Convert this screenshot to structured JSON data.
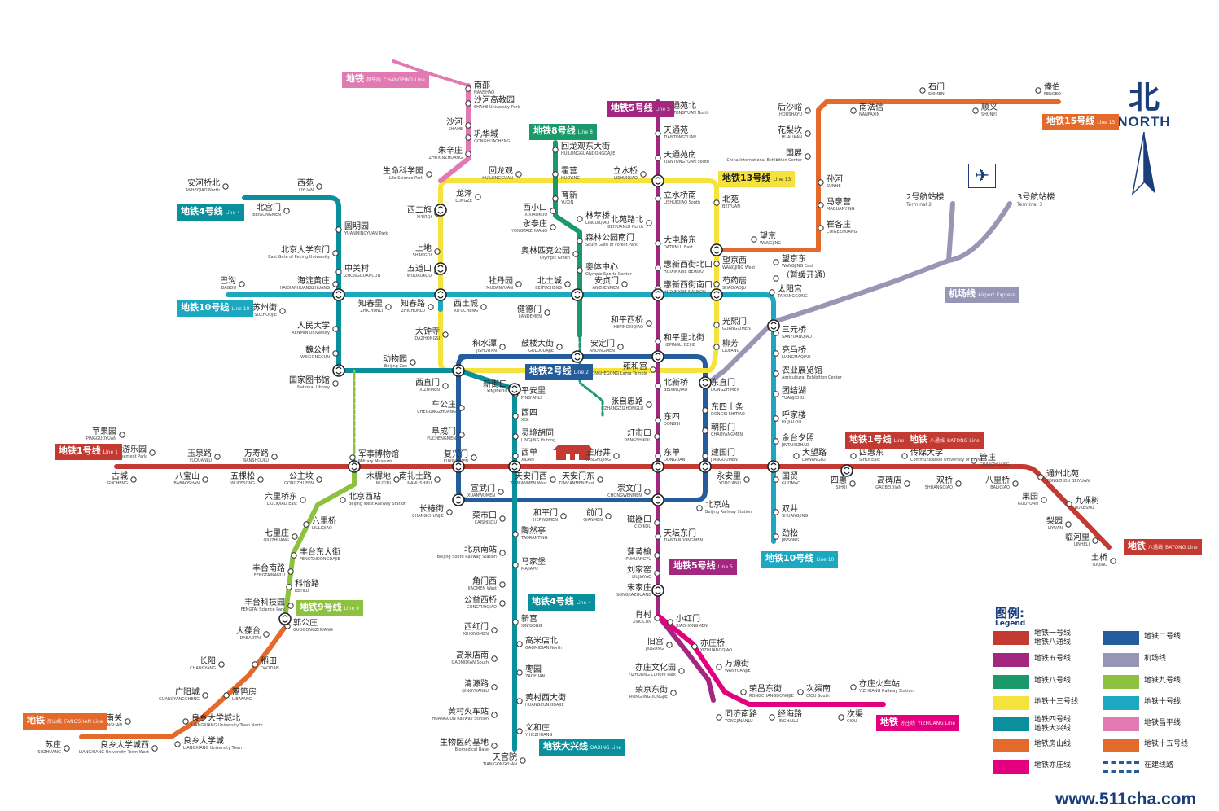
{
  "colors": {
    "line1": "#c23a31",
    "line2": "#245c9c",
    "line4": "#0a8f9c",
    "line5": "#a3277f",
    "line8": "#1a9a6b",
    "line9": "#8cc240",
    "line10": "#1ba8c0",
    "line13": "#f5e23c",
    "line15": "#e46a2c",
    "fangshan": "#e46a2c",
    "yizhuang": "#e3007f",
    "changping": "#e17ab3",
    "airport": "#9896b5",
    "construction": "#245c9c",
    "text": "#222222"
  },
  "compass": {
    "cn": "北",
    "en": "NORTH"
  },
  "watermark": "www.511cha.com",
  "line_labels": [
    {
      "id": "changping",
      "cn": "地铁",
      "en": "CHANGPING Line",
      "num": "昌平线"
    },
    {
      "id": "line8",
      "cn": "地铁8号线",
      "en": "Line 8"
    },
    {
      "id": "line5a",
      "cn": "地铁5号线",
      "en": "Line 5"
    },
    {
      "id": "line13",
      "cn": "地铁13号线",
      "en": "Line 13"
    },
    {
      "id": "line15",
      "cn": "地铁15号线",
      "en": "Line 15"
    },
    {
      "id": "line4a",
      "cn": "地铁4号线",
      "en": "Line 4"
    },
    {
      "id": "line10a",
      "cn": "地铁10号线",
      "en": "Line 10"
    },
    {
      "id": "line2",
      "cn": "地铁2号线",
      "en": "Line 2"
    },
    {
      "id": "line1a",
      "cn": "地铁1号线",
      "en": "Line 1"
    },
    {
      "id": "line1b",
      "cn": "地铁1号线",
      "en": "Line 1"
    },
    {
      "id": "batong1",
      "cn": "地铁",
      "en": "BATONG Line",
      "num": "八通线"
    },
    {
      "id": "batong2",
      "cn": "地铁",
      "en": "BATONG Line",
      "num": "八通线"
    },
    {
      "id": "line10b",
      "cn": "地铁10号线",
      "en": "Line 10"
    },
    {
      "id": "line5b",
      "cn": "地铁5号线",
      "en": "Line 5"
    },
    {
      "id": "line9",
      "cn": "地铁9号线",
      "en": "Line 9"
    },
    {
      "id": "line4b",
      "cn": "地铁4号线",
      "en": "Line 4"
    },
    {
      "id": "daxing",
      "cn": "地铁大兴线",
      "en": "DAXING Line"
    },
    {
      "id": "fangshan",
      "cn": "地铁",
      "en": "FANGSHAN Line",
      "num": "房山线"
    },
    {
      "id": "yizhuang",
      "cn": "地铁",
      "en": "YIZHUANG Line",
      "num": "亦庄线"
    },
    {
      "id": "airport",
      "cn": "机场线",
      "en": "Airport Express"
    }
  ],
  "airport": {
    "t2": {
      "cn": "2号航站楼",
      "en": "Terminal 2"
    },
    "t3": {
      "cn": "3号航站楼",
      "en": "Terminal 3"
    }
  },
  "legend": {
    "title": "图例:",
    "subtitle": "Legend",
    "items": [
      {
        "label": "地铁一号线",
        "label2": "地铁八通线",
        "color": "#c23a31"
      },
      {
        "label": "地铁二号线",
        "color": "#245c9c"
      },
      {
        "label": "地铁五号线",
        "color": "#a3277f"
      },
      {
        "label": "机场线",
        "color": "#9896b5"
      },
      {
        "label": "地铁八号线",
        "color": "#1a9a6b"
      },
      {
        "label": "地铁九号线",
        "color": "#8cc240"
      },
      {
        "label": "地铁十三号线",
        "color": "#f5e23c"
      },
      {
        "label": "地铁十号线",
        "color": "#1ba8c0"
      },
      {
        "label": "地铁四号线",
        "label2": "地铁大兴线",
        "color": "#0a8f9c"
      },
      {
        "label": "地铁昌平线",
        "color": "#e17ab3"
      },
      {
        "label": "地铁房山线",
        "color": "#e46a2c"
      },
      {
        "label": "地铁十五号线",
        "color": "#e46a2c"
      },
      {
        "label": "地铁亦庄线",
        "color": "#e3007f"
      },
      {
        "label": "在建线路",
        "color": "#245c9c"
      }
    ]
  },
  "stations": [
    {
      "cn": "南邵",
      "en": "NANSHAO"
    },
    {
      "cn": "沙河高教园",
      "en": "SHAHE University Park"
    },
    {
      "cn": "沙河",
      "en": "SHAHE"
    },
    {
      "cn": "巩华城",
      "en": "GONGHUACHENG"
    },
    {
      "cn": "朱辛庄",
      "en": "ZHUXINZHUANG"
    },
    {
      "cn": "生命科学园",
      "en": "Life Science Park"
    },
    {
      "cn": "回龙观东大街",
      "en": "HUILONGGUANDONGDAJIE"
    },
    {
      "cn": "回龙观",
      "en": "HUILONGGUAN"
    },
    {
      "cn": "霍营",
      "en": "HUOYING"
    },
    {
      "cn": "立水桥",
      "en": "LISHUIQIAO"
    },
    {
      "cn": "天通苑北",
      "en": "TIANTONGYUAN North"
    },
    {
      "cn": "天通苑",
      "en": "TIANTONGYUAN"
    },
    {
      "cn": "天通苑南",
      "en": "TIANTONGYUAN South"
    },
    {
      "cn": "龙泽",
      "en": "LONGZE"
    },
    {
      "cn": "育新",
      "en": "YUXIN"
    },
    {
      "cn": "立水桥南",
      "en": "LISHUIQIAO South"
    },
    {
      "cn": "北苑",
      "en": "BEIYUAN"
    },
    {
      "cn": "安河桥北",
      "en": "ANHEQIAO North"
    },
    {
      "cn": "西苑",
      "en": "XIYUAN"
    },
    {
      "cn": "北宫门",
      "en": "BEIGONGMEN"
    },
    {
      "cn": "西二旗",
      "en": "XI'ERQI"
    },
    {
      "cn": "西小口",
      "en": "XIXIAOKOU"
    },
    {
      "cn": "永泰庄",
      "en": "YONGTAIZHUANG"
    },
    {
      "cn": "林萃桥",
      "en": "LINCUIQIAO"
    },
    {
      "cn": "北苑路北",
      "en": "BEIYUANLU North"
    },
    {
      "cn": "大屯路东",
      "en": "DATUNLU East"
    },
    {
      "cn": "森林公园南门",
      "en": "South Gate of Forest Park"
    },
    {
      "cn": "圆明园",
      "en": "YUANMINGYUAN Park"
    },
    {
      "cn": "上地",
      "en": "SHANGDI"
    },
    {
      "cn": "奥林匹克公园",
      "en": "Olympic Green"
    },
    {
      "cn": "北京大学东门",
      "en": "East Gate of Peking University"
    },
    {
      "cn": "五道口",
      "en": "WUDAOKOU"
    },
    {
      "cn": "奥体中心",
      "en": "Olympic Sports Center"
    },
    {
      "cn": "惠新西街北口",
      "en": "HUIXINXIJIE BEIKOU"
    },
    {
      "cn": "望京西",
      "en": "WANGJING West"
    },
    {
      "cn": "望京",
      "en": "WANGJING"
    },
    {
      "cn": "望京东",
      "en": "WANGJING East"
    },
    {
      "cn": "（暂缓开通）",
      "en": ""
    },
    {
      "cn": "中关村",
      "en": "ZHONGGUANCUN"
    },
    {
      "cn": "巴沟",
      "en": "BAGOU"
    },
    {
      "cn": "海淀黄庄",
      "en": "HAIDIANHUANGZHUANG"
    },
    {
      "cn": "知春路",
      "en": "ZHICHUNLU"
    },
    {
      "cn": "牡丹园",
      "en": "MUDANYUAN"
    },
    {
      "cn": "北土城",
      "en": "BEITUCHENG"
    },
    {
      "cn": "安贞门",
      "en": "ANZHENMEN"
    },
    {
      "cn": "惠新西街南口",
      "en": "HUIXINXIJIE NANKOU"
    },
    {
      "cn": "芍药居",
      "en": "SHAOYAOJU"
    },
    {
      "cn": "太阳宫",
      "en": "TAIYANGGONG"
    },
    {
      "cn": "苏州街",
      "en": "SUZHOUJIE"
    },
    {
      "cn": "知春里",
      "en": "ZHICHUNLI"
    },
    {
      "cn": "西土城",
      "en": "XITUCHENG"
    },
    {
      "cn": "健德门",
      "en": "JIANDEMEN"
    },
    {
      "cn": "和平西桥",
      "en": "HEPINGXIQIAO"
    },
    {
      "cn": "光熙门",
      "en": "GUANGXIMEN"
    },
    {
      "cn": "三元桥",
      "en": "SANYUANQIAO"
    },
    {
      "cn": "人民大学",
      "en": "RENMIN University"
    },
    {
      "cn": "大钟寺",
      "en": "DAZHONGSI"
    },
    {
      "cn": "和平里北街",
      "en": "HEPINGLI BEIJIE"
    },
    {
      "cn": "柳芳",
      "en": "LIUFANG"
    },
    {
      "cn": "亮马桥",
      "en": "LIANGMAQIAO"
    },
    {
      "cn": "魏公村",
      "en": "WEIGONGCUN"
    },
    {
      "cn": "动物园",
      "en": "Beijing Zoo"
    },
    {
      "cn": "积水潭",
      "en": "JISHUITAN"
    },
    {
      "cn": "鼓楼大街",
      "en": "GULOUDAJIE"
    },
    {
      "cn": "安定门",
      "en": "ANDINGMEN"
    },
    {
      "cn": "雍和宫",
      "en": "YONGHEGONG Lama Temple"
    },
    {
      "cn": "农业展览馆",
      "en": "Agricultural Exhibition Center"
    },
    {
      "cn": "国家图书馆",
      "en": "National Library"
    },
    {
      "cn": "西直门",
      "en": "XIZHIMEN"
    },
    {
      "cn": "新街口",
      "en": "XINJIEKOU"
    },
    {
      "cn": "北新桥",
      "en": "BEIXINQIAO"
    },
    {
      "cn": "东直门",
      "en": "DONGZHIMEN"
    },
    {
      "cn": "团结湖",
      "en": "TUANJIEHU"
    },
    {
      "cn": "平安里",
      "en": "PING'ANLI"
    },
    {
      "cn": "张自忠路",
      "en": "ZHANGZIZHONGLU"
    },
    {
      "cn": "东四十条",
      "en": "DONGSI SHITIAO"
    },
    {
      "cn": "呼家楼",
      "en": "HUJIALOU"
    },
    {
      "cn": "车公庄",
      "en": "CHEGONGZHUANG"
    },
    {
      "cn": "西四",
      "en": "XISI"
    },
    {
      "cn": "东四",
      "en": "DONGSI"
    },
    {
      "cn": "朝阳门",
      "en": "CHAOYANGMEN"
    },
    {
      "cn": "金台夕照",
      "en": "JINTAIXIZHAO"
    },
    {
      "cn": "苹果园",
      "en": "PINGGUOYUAN"
    },
    {
      "cn": "阜成门",
      "en": "FUCHENGMEN"
    },
    {
      "cn": "灵境胡同",
      "en": "LINGJING Hutong"
    },
    {
      "cn": "灯市口",
      "en": "DENGSHIKOU"
    },
    {
      "cn": "八角游乐园",
      "en": "BAJIAO Amusement Park"
    },
    {
      "cn": "军事博物馆",
      "en": "Military Museum"
    },
    {
      "cn": "复兴门",
      "en": "FUXINGMEN"
    },
    {
      "cn": "西单",
      "en": "XIDAN"
    },
    {
      "cn": "王府井",
      "en": "WANGFUJING"
    },
    {
      "cn": "东单",
      "en": "DONGDAN"
    },
    {
      "cn": "建国门",
      "en": "JIANGUOMEN"
    },
    {
      "cn": "大望路",
      "en": "DAWANGLU"
    },
    {
      "cn": "四惠东",
      "en": "SIHUI East"
    },
    {
      "cn": "传媒大学",
      "en": "Communication University of China"
    },
    {
      "cn": "管庄",
      "en": "GUANZHUANG"
    },
    {
      "cn": "通州北苑",
      "en": "TONGZHOU BEIYUAN"
    },
    {
      "cn": "玉泉路",
      "en": "YUQUANLU"
    },
    {
      "cn": "万寿路",
      "en": "WANSHOULU"
    },
    {
      "cn": "古城",
      "en": "GUCHENG"
    },
    {
      "cn": "八宝山",
      "en": "BABAOSHAN"
    },
    {
      "cn": "五棵松",
      "en": "WUKESONG"
    },
    {
      "cn": "公主坟",
      "en": "GONGZHUFEN"
    },
    {
      "cn": "木樨地",
      "en": "MUXIDI"
    },
    {
      "cn": "南礼士路",
      "en": "NANLISHILU"
    },
    {
      "cn": "天安门西",
      "en": "TIAN'ANMEN West"
    },
    {
      "cn": "天安门东",
      "en": "TIAN'ANMEN East"
    },
    {
      "cn": "永安里",
      "en": "YONG'ANLI"
    },
    {
      "cn": "国贸",
      "en": "GUOMAO"
    },
    {
      "cn": "四惠",
      "en": "SIHUI"
    },
    {
      "cn": "高碑店",
      "en": "GAOBEIDIAN"
    },
    {
      "cn": "双桥",
      "en": "SHUANGQIAO"
    },
    {
      "cn": "八里桥",
      "en": "BALIQIAO"
    },
    {
      "cn": "果园",
      "en": "GUOYUAN"
    },
    {
      "cn": "九棵树",
      "en": "JIUKESHU"
    },
    {
      "cn": "六里桥东",
      "en": "LIULIQIAO East"
    },
    {
      "cn": "北京西站",
      "en": "Beijing West Railway Station"
    },
    {
      "cn": "宣武门",
      "en": "XUANWUMEN"
    },
    {
      "cn": "崇文门",
      "en": "CHONGWENMEN"
    },
    {
      "cn": "长椿街",
      "en": "CHANGCHUNJIE"
    },
    {
      "cn": "北京站",
      "en": "Beijing Railway Station"
    },
    {
      "cn": "双井",
      "en": "SHUANGJING"
    },
    {
      "cn": "六里桥",
      "en": "LIULIQIAO"
    },
    {
      "cn": "菜市口",
      "en": "CAISHIKOU"
    },
    {
      "cn": "和平门",
      "en": "HEPINGMEN"
    },
    {
      "cn": "前门",
      "en": "QIANMEN"
    },
    {
      "cn": "磁器口",
      "en": "CIQIKOU"
    },
    {
      "cn": "梨园",
      "en": "LIYUAN"
    },
    {
      "cn": "七里庄",
      "en": "QILIZHUANG"
    },
    {
      "cn": "陶然亭",
      "en": "TAORANTING"
    },
    {
      "cn": "天坛东门",
      "en": "TIANTANDONGMEN"
    },
    {
      "cn": "劲松",
      "en": "JINSONG"
    },
    {
      "cn": "临河里",
      "en": "LINHELI"
    },
    {
      "cn": "丰台东大街",
      "en": "FENGTAIDONGDAJIE"
    },
    {
      "cn": "北京南站",
      "en": "Beijing South Railway Station"
    },
    {
      "cn": "土桥",
      "en": "TUQIAO"
    },
    {
      "cn": "丰台南路",
      "en": "FENGTAINANLU"
    },
    {
      "cn": "蒲黄榆",
      "en": "PUHUANGYU"
    },
    {
      "cn": "马家堡",
      "en": "MAJIAPU"
    },
    {
      "cn": "科怡路",
      "en": "KEYILU"
    },
    {
      "cn": "刘家窑",
      "en": "LIUJIAYAO"
    },
    {
      "cn": "角门西",
      "en": "JIAOMEN West"
    },
    {
      "cn": "宋家庄",
      "en": "SONGJIAZHUANG"
    },
    {
      "cn": "丰台科技园",
      "en": "FENGTAI Science Park"
    },
    {
      "cn": "公益西桥",
      "en": "GONGYIXIQIAO"
    },
    {
      "cn": "郭公庄",
      "en": "GUOGONGZHUANG"
    },
    {
      "cn": "大葆台",
      "en": "DABAOTAI"
    },
    {
      "cn": "肖村",
      "en": "XIAOCUN"
    },
    {
      "cn": "小红门",
      "en": "XIAOHONGMEN"
    },
    {
      "cn": "新宫",
      "en": "XIN'GONG"
    },
    {
      "cn": "西红门",
      "en": "XIHONGMEN"
    },
    {
      "cn": "旧宫",
      "en": "JIUGONG"
    },
    {
      "cn": "亦庄桥",
      "en": "YIZHUANGQIAO"
    },
    {
      "cn": "高米店北",
      "en": "GAOMIDIAN North"
    },
    {
      "cn": "长阳",
      "en": "CHANGYANG"
    },
    {
      "cn": "稻田",
      "en": "DAOTIAN"
    },
    {
      "cn": "高米店南",
      "en": "GAOMIDIAN South"
    },
    {
      "cn": "万源街",
      "en": "WANYUANJIE"
    },
    {
      "cn": "亦庄文化园",
      "en": "YIZHUANG Culture Park"
    },
    {
      "cn": "枣园",
      "en": "ZAOYUAN"
    },
    {
      "cn": "亦庄火车站",
      "en": "YIZHUANG Railway Station"
    },
    {
      "cn": "清源路",
      "en": "QINGYUANLU"
    },
    {
      "cn": "荣京东街",
      "en": "RONGJINGDONGJIE"
    },
    {
      "cn": "荣昌东街",
      "en": "RONGCHANGDONGJIE"
    },
    {
      "cn": "次渠南",
      "en": "CIQU South"
    },
    {
      "cn": "广阳城",
      "en": "GUANGYANGCHENG"
    },
    {
      "cn": "篱笆房",
      "en": "LIBAFANG"
    },
    {
      "cn": "黄村西大街",
      "en": "HUANGCUNXIDAJIE"
    },
    {
      "cn": "良乡南关",
      "en": "LIANGXIANGNANGUAN"
    },
    {
      "cn": "良乡大学城北",
      "en": "LIANGXIANG University Town North"
    },
    {
      "cn": "同济南路",
      "en": "TONGJINANLU"
    },
    {
      "cn": "经海路",
      "en": "JINGHAILU"
    },
    {
      "cn": "次渠",
      "en": "CIQU"
    },
    {
      "cn": "黄村火车站",
      "en": "HUANGCUN Railway Station"
    },
    {
      "cn": "义和庄",
      "en": "YIHEZHUANG"
    },
    {
      "cn": "苏庄",
      "en": "SUZHUANG"
    },
    {
      "cn": "良乡大学城西",
      "en": "LIANGXIANG University Town West"
    },
    {
      "cn": "良乡大学城",
      "en": "LIANGXIANG University Town"
    },
    {
      "cn": "生物医药基地",
      "en": "Biomedical Base"
    },
    {
      "cn": "天宫院",
      "en": "TIAN'GONGYUAN"
    },
    {
      "cn": "石门",
      "en": "SHIMEN"
    },
    {
      "cn": "俸伯",
      "en": "FENGBO"
    },
    {
      "cn": "后沙峪",
      "en": "HOUSHAYU"
    },
    {
      "cn": "南法信",
      "en": "NANFAXIN"
    },
    {
      "cn": "顺义",
      "en": "SHUNYI"
    },
    {
      "cn": "花梨坎",
      "en": "HUALIKAN"
    },
    {
      "cn": "国展",
      "en": "China International Exhibition Center"
    },
    {
      "cn": "孙河",
      "en": "SUNHE"
    },
    {
      "cn": "马泉营",
      "en": "MAQUANYING"
    },
    {
      "cn": "崔各庄",
      "en": "CUIGEZHUANG"
    }
  ]
}
